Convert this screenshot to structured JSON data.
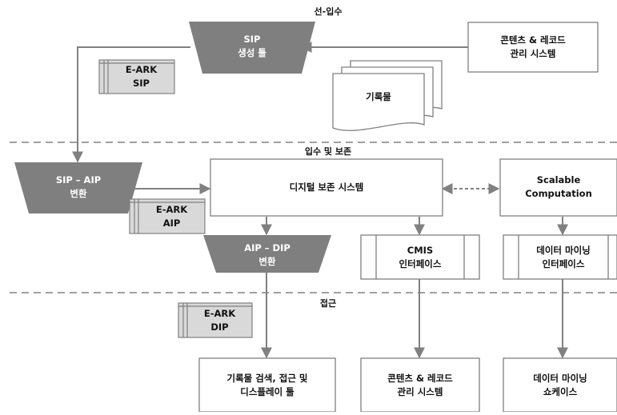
{
  "sections": {
    "ingest": "선-입수",
    "preserve": "입수 및 보존",
    "access": "접근"
  },
  "nodes": {
    "sip_tool": {
      "line1": "SIP",
      "line2": "생성 툴"
    },
    "content_mgmt_top": {
      "line1": "콘텐츠 & 레코드",
      "line2": "관리 시스템"
    },
    "records": {
      "line1": "기록물"
    },
    "eark_sip": {
      "line1": "E-ARK",
      "line2": "SIP"
    },
    "sip_aip": {
      "line1": "SIP – AIP",
      "line2": "변환"
    },
    "digital_preservation": {
      "line1": "디지털 보존 시스템"
    },
    "scalable": {
      "line1": "Scalable",
      "line2": "Computation"
    },
    "eark_aip": {
      "line1": "E-ARK",
      "line2": "AIP"
    },
    "aip_dip": {
      "line1": "AIP – DIP",
      "line2": "변환"
    },
    "cmis": {
      "line1": "CMIS",
      "line2": "인터페이스"
    },
    "datamining_if": {
      "line1": "데이터 마이닝",
      "line2": "인터페이스"
    },
    "eark_dip": {
      "line1": "E-ARK",
      "line2": "DIP"
    },
    "search_tool": {
      "line1": "기록물 검색, 접근 및",
      "line2": "디스플레이 툴"
    },
    "content_mgmt_bottom": {
      "line1": "콘텐츠 & 레코드",
      "line2": "관리 시스템"
    },
    "datamining_showcase": {
      "line1": "데이터 마이닝",
      "line2": "쇼케이스"
    }
  },
  "colors": {
    "trapezoid_fill": "#7f7f7f",
    "package_fill": "#d9d9d9",
    "line": "#808080",
    "box_stroke": "#808080",
    "divider": "#a0a0a0"
  }
}
